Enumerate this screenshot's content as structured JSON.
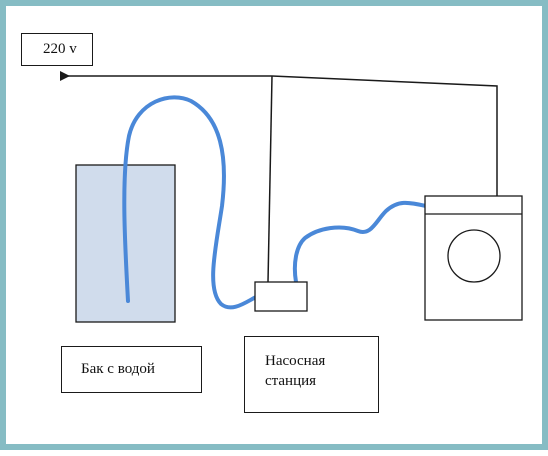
{
  "voltage_label": "220 v",
  "tank_label": "Бак с водой",
  "pump_label": {
    "line1": "Насосная",
    "line2": "станция"
  },
  "colors": {
    "frame": "#86bcc4",
    "tank_fill": "#d0dcec",
    "hose": "#4a88d8",
    "wire": "#1a1a1a"
  }
}
